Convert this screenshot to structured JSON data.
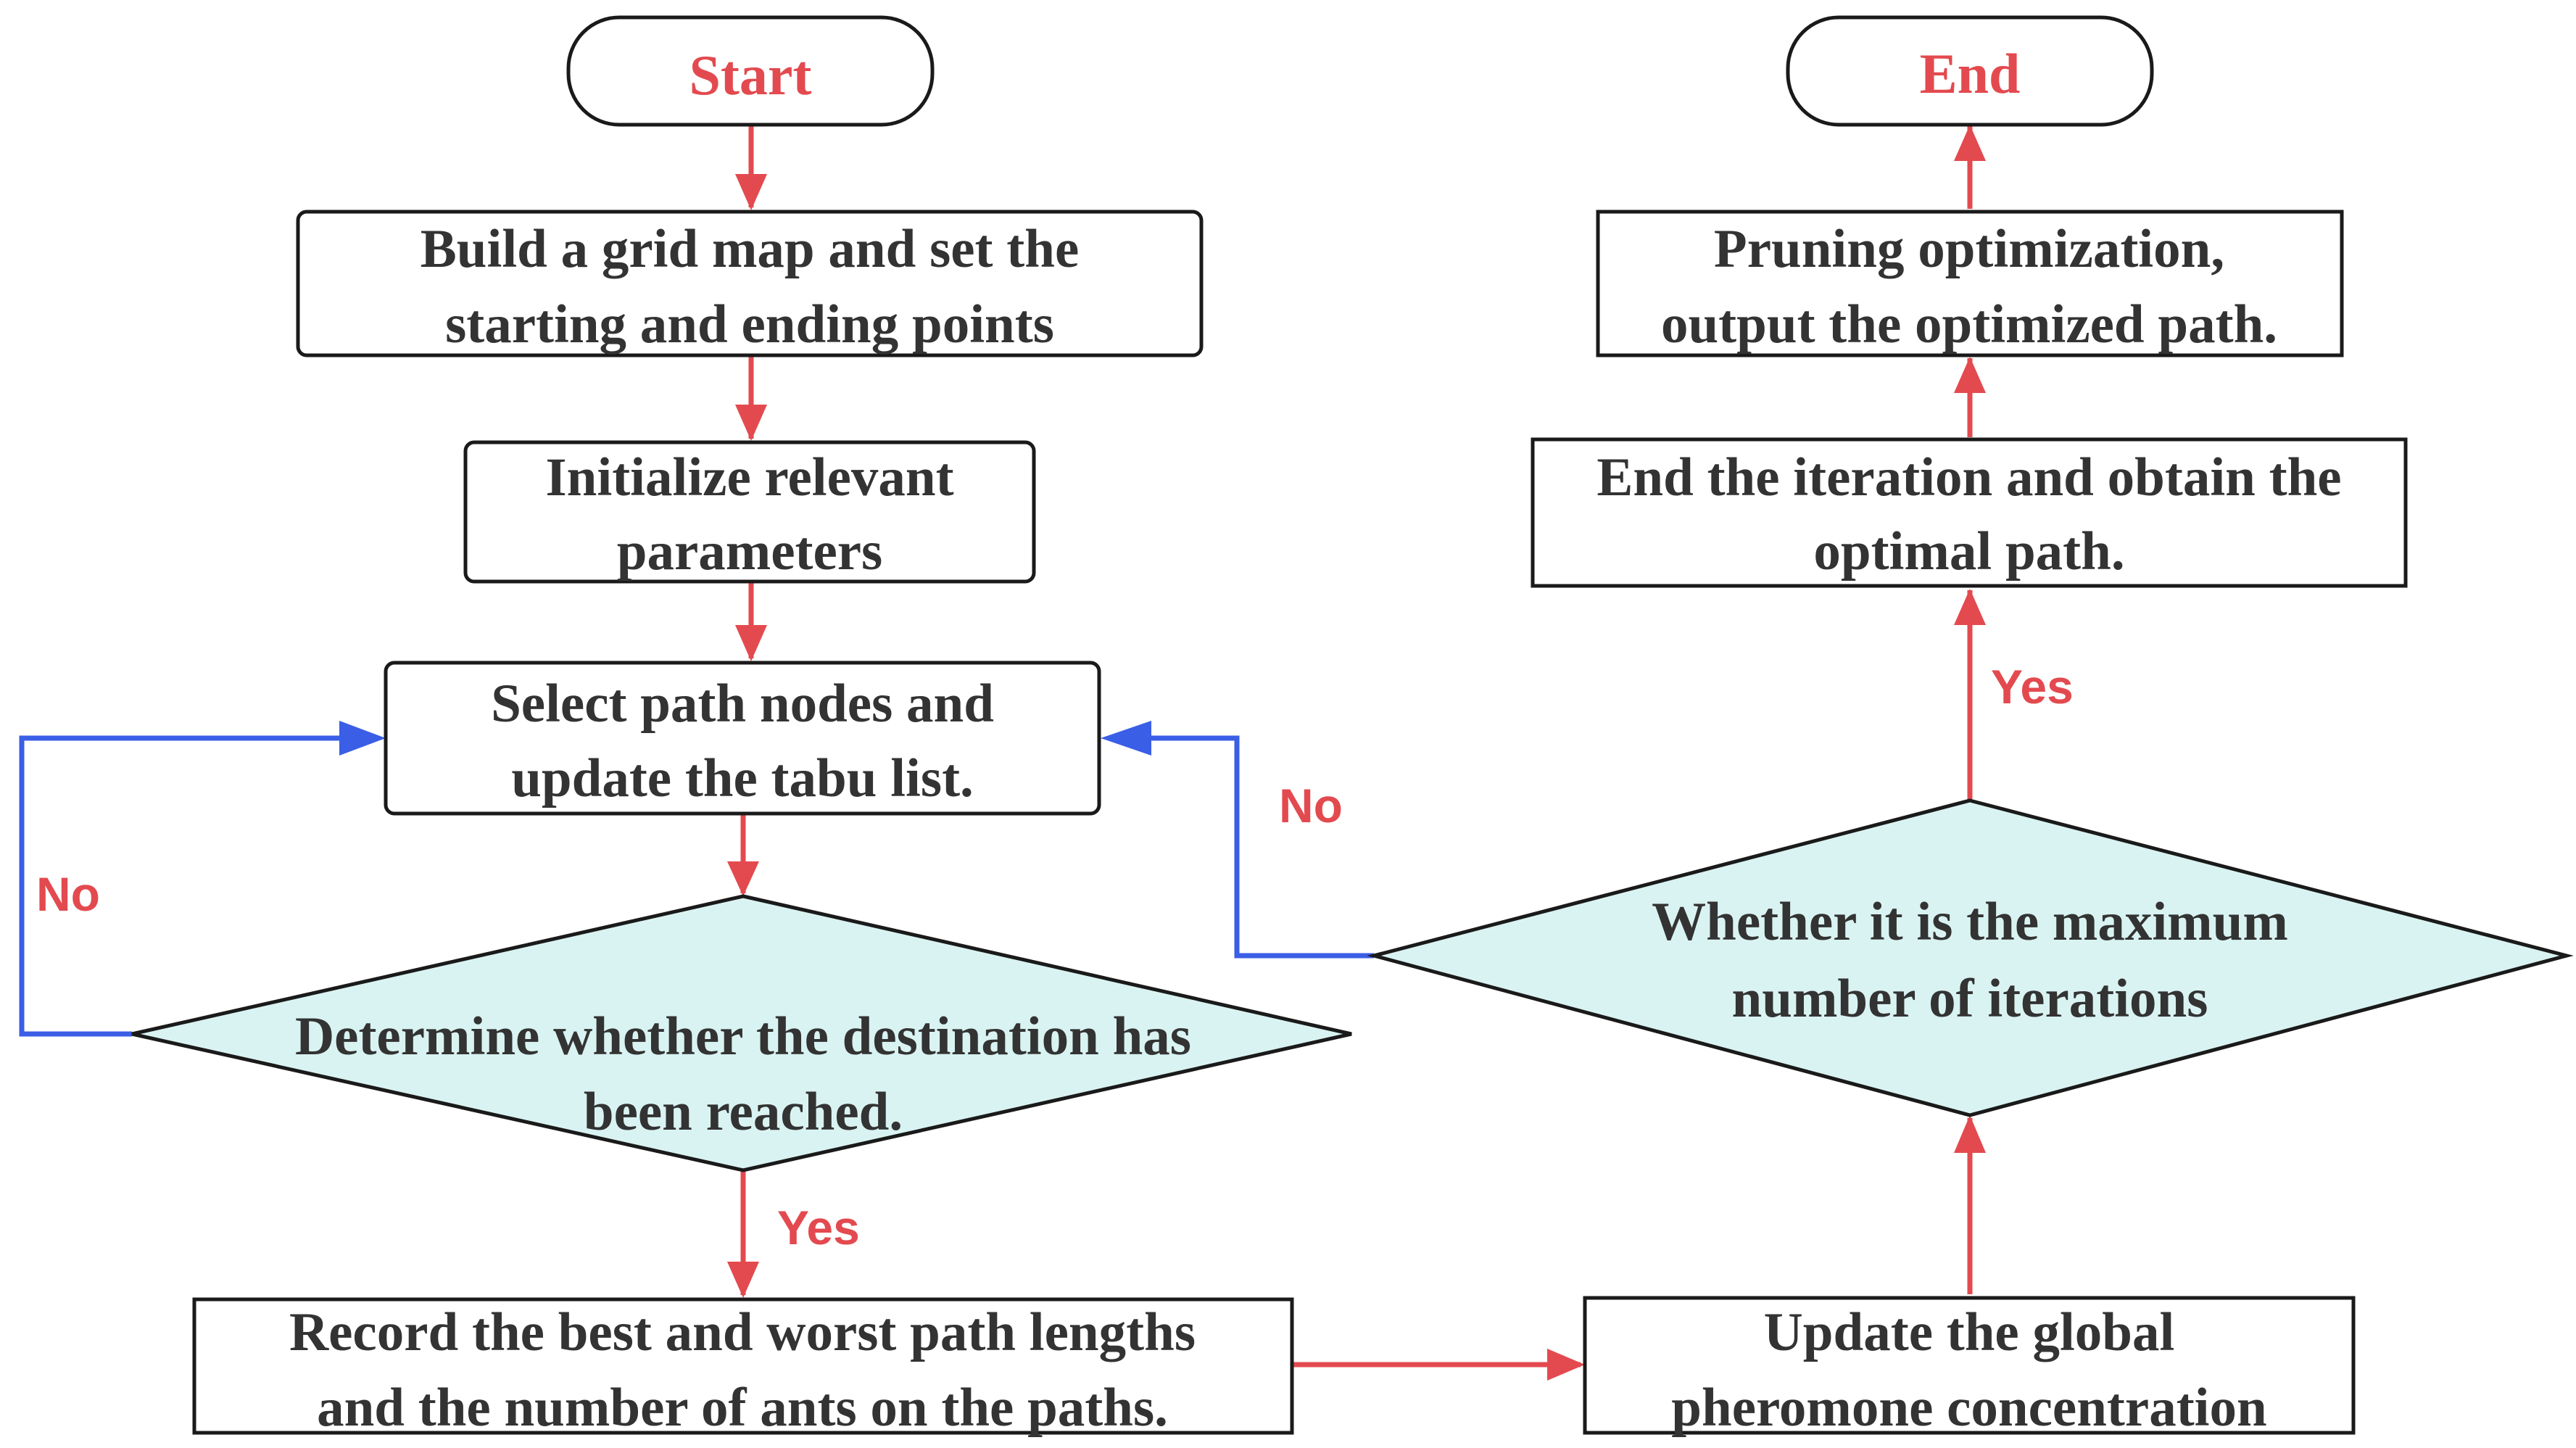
{
  "colors": {
    "stroke": "#1a1a1a",
    "decision_fill": "#d9f3f2",
    "flow_arrow": "#e34a4f",
    "loop_arrow": "#3a5ee6",
    "terminal_text": "#e34a4f",
    "node_text": "#333333",
    "label_text": "#e34a4f"
  },
  "nodes": {
    "start": {
      "label": "Start"
    },
    "build_map": {
      "lines": [
        "Build a grid map and set the",
        "starting and ending points"
      ]
    },
    "init_params": {
      "lines": [
        "Initialize relevant",
        "parameters"
      ]
    },
    "select_nodes": {
      "lines": [
        "Select path nodes and",
        "update the tabu list."
      ]
    },
    "destination_check": {
      "lines": [
        "Determine whether the destination has",
        "been reached."
      ]
    },
    "record_paths": {
      "lines": [
        "Record the best and worst path lengths",
        "and the number of ants on the paths."
      ]
    },
    "update_pheromone": {
      "lines": [
        "Update the global",
        "pheromone concentration"
      ]
    },
    "max_iter_check": {
      "lines": [
        "Whether it is the maximum",
        "number of iterations"
      ]
    },
    "end_iteration": {
      "lines": [
        "End the iteration and obtain the",
        "optimal path."
      ]
    },
    "pruning": {
      "lines": [
        "Pruning optimization,",
        "output the optimized path."
      ]
    },
    "end": {
      "label": "End"
    }
  },
  "edge_labels": {
    "dest_no": "No",
    "dest_yes": "Yes",
    "iter_no": "No",
    "iter_yes": "Yes"
  }
}
